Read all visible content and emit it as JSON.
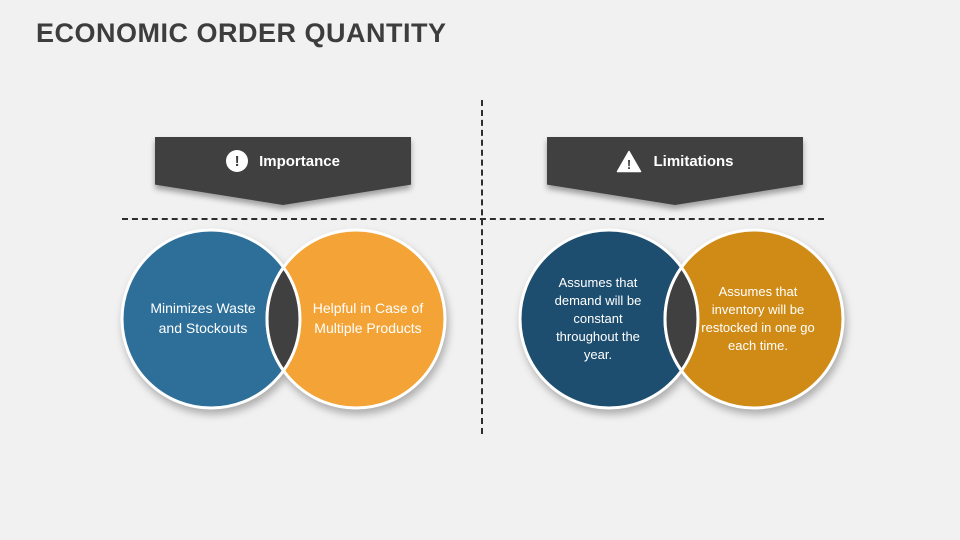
{
  "slide": {
    "title": "ECONOMIC ORDER QUANTITY"
  },
  "colors": {
    "background": "#f1f1f1",
    "ribbon": "#404040",
    "lens": "#404040",
    "divider": "#2e2e2e",
    "stroke": "#ffffff"
  },
  "sections": [
    {
      "header": {
        "label": "Importance",
        "icon": "exclamation-circle-icon",
        "icon_glyph": "!"
      },
      "circles": [
        {
          "text": "Minimizes Waste and Stockouts",
          "color": "#2d6f99"
        },
        {
          "text": "Helpful in Case of Multiple Products",
          "color": "#f4a436"
        }
      ]
    },
    {
      "header": {
        "label": "Limitations",
        "icon": "warning-triangle-icon",
        "icon_glyph": "!"
      },
      "circles": [
        {
          "text": "Assumes that demand will be constant throughout the year.",
          "color": "#1d4e6f"
        },
        {
          "text": "Assumes that inventory will be restocked in one go each time.",
          "color": "#cf8b16"
        }
      ]
    }
  ]
}
